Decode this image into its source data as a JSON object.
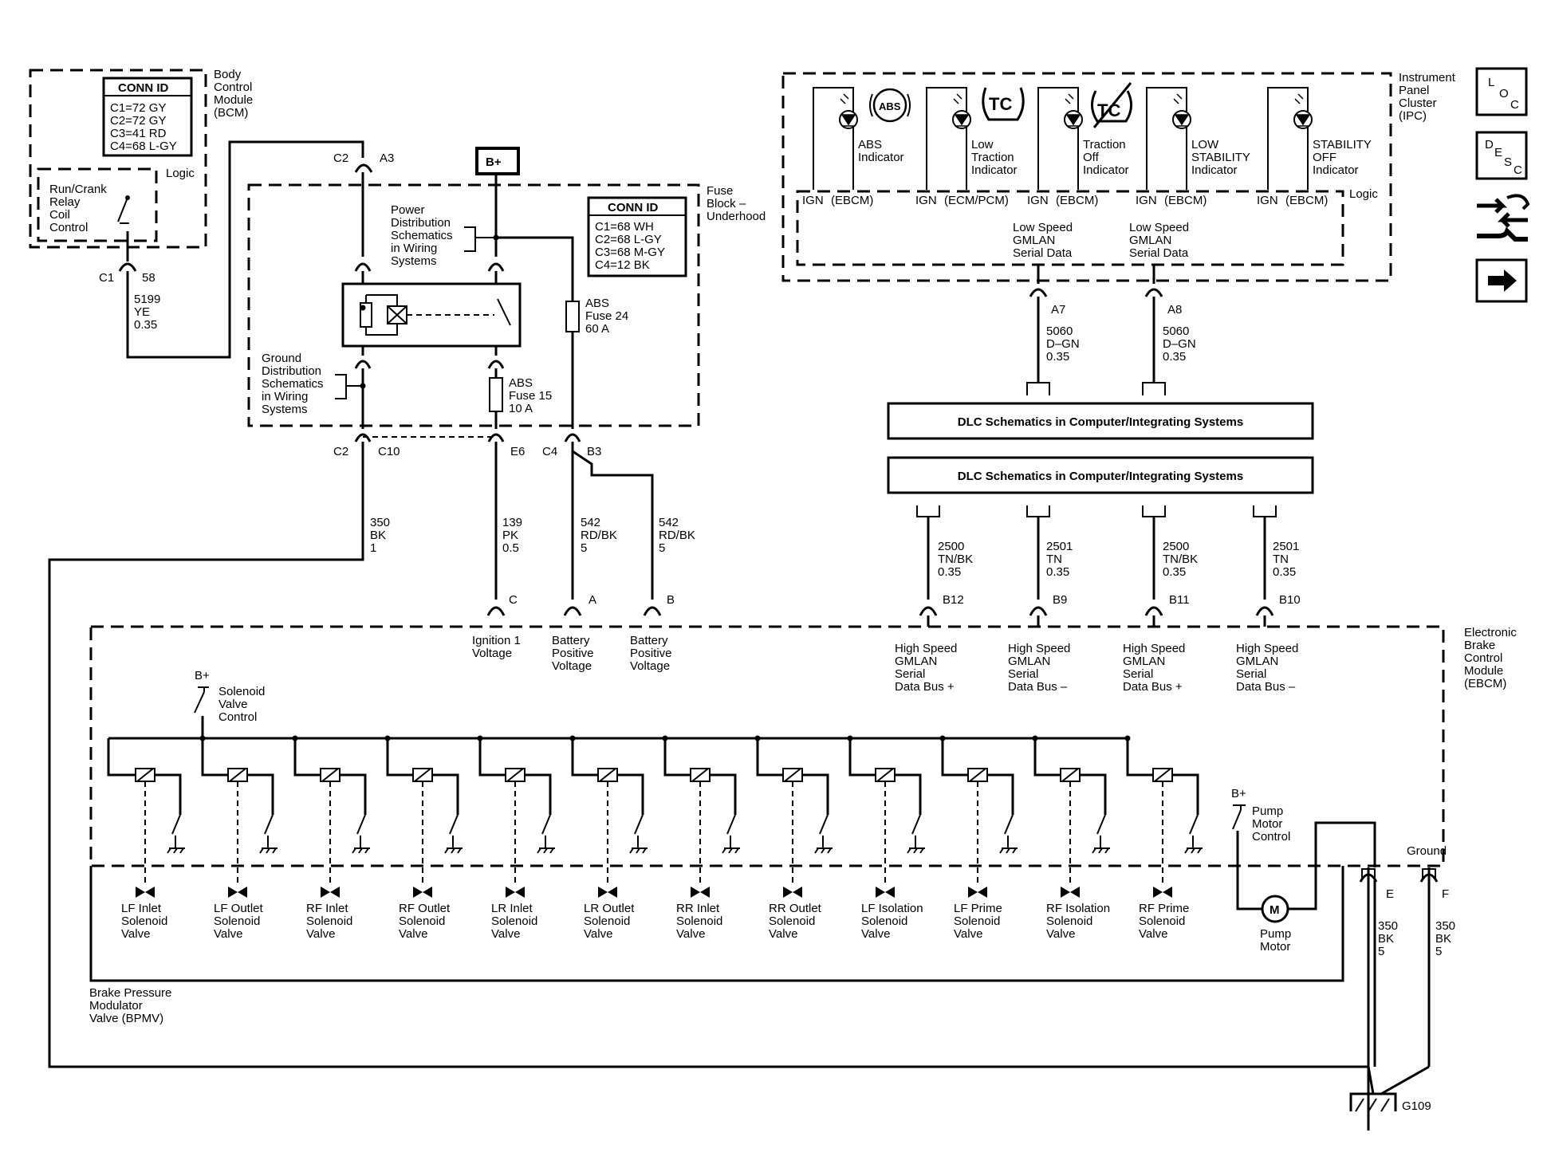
{
  "bcm": {
    "name": [
      "Body",
      "Control",
      "Module",
      "(BCM)"
    ],
    "conn_id_title": "CONN ID",
    "conn_ids": [
      "C1=72 GY",
      "C2=72 GY",
      "C3=41 RD",
      "C4=68 L-GY"
    ],
    "logic": "Logic",
    "relay_ctrl": [
      "Run/Crank",
      "Relay",
      "Coil",
      "Control"
    ],
    "conn_c1": "C1",
    "pin_58": "58",
    "wire_5199": [
      "5199",
      "YE",
      "0.35"
    ],
    "conn_c2": "C2",
    "pin_a3": "A3"
  },
  "fuse_block": {
    "name": [
      "Fuse",
      "Block –",
      "Underhood"
    ],
    "conn_id_title": "CONN ID",
    "conn_ids": [
      "C1=68 WH",
      "C2=68 L-GY",
      "C3=68 M-GY",
      "C4=12 BK"
    ],
    "bplus": "B+",
    "power_ref": [
      "Power",
      "Distribution",
      "Schematics",
      "in Wiring",
      "Systems"
    ],
    "ground_ref": [
      "Ground",
      "Distribution",
      "Schematics",
      "in Wiring",
      "Systems"
    ],
    "fuse24": [
      "ABS",
      "Fuse 24",
      "60 A"
    ],
    "fuse15": [
      "ABS",
      "Fuse 15",
      "10 A"
    ],
    "conn_c2": "C2",
    "pin_c10": "C10",
    "pin_e6": "E6",
    "conn_c4": "C4",
    "pin_b3": "B3"
  },
  "wires": {
    "w350": [
      "350",
      "BK",
      "1"
    ],
    "w139": [
      "139",
      "PK",
      "0.5"
    ],
    "w542a": [
      "542",
      "RD/BK",
      "5"
    ],
    "w542b": [
      "542",
      "RD/BK",
      "5"
    ],
    "w5060a": [
      "5060",
      "D–GN",
      "0.35"
    ],
    "w5060b": [
      "5060",
      "D–GN",
      "0.35"
    ],
    "w2500a": [
      "2500",
      "TN/BK",
      "0.35"
    ],
    "w2501a": [
      "2501",
      "TN",
      "0.35"
    ],
    "w2500b": [
      "2500",
      "TN/BK",
      "0.35"
    ],
    "w2501b": [
      "2501",
      "TN",
      "0.35"
    ],
    "w350e": [
      "350",
      "BK",
      "5"
    ],
    "w350f": [
      "350",
      "BK",
      "5"
    ]
  },
  "ipc": {
    "name": [
      "Instrument",
      "Panel",
      "Cluster",
      "(IPC)"
    ],
    "logic": "Logic",
    "abs_symbol": "ABS",
    "tc_symbol": "TC",
    "indicators": [
      {
        "label": [
          "ABS",
          "Indicator"
        ],
        "ign": "IGN",
        "src": "(EBCM)"
      },
      {
        "label": [
          "Low",
          "Traction",
          "Indicator"
        ],
        "ign": "IGN",
        "src": "(ECM/PCM)"
      },
      {
        "label": [
          "Traction",
          "Off",
          "Indicator"
        ],
        "ign": "IGN",
        "src": "(EBCM)"
      },
      {
        "label": [
          "LOW",
          "STABILITY",
          "Indicator"
        ],
        "ign": "IGN",
        "src": "(EBCM)"
      },
      {
        "label": [
          "STABILITY",
          "OFF",
          "Indicator"
        ],
        "ign": "IGN",
        "src": "(EBCM)"
      }
    ],
    "gmlan_a": [
      "Low Speed",
      "GMLAN",
      "Serial Data"
    ],
    "gmlan_b": [
      "Low Speed",
      "GMLAN",
      "Serial Data"
    ],
    "pin_a7": "A7",
    "pin_a8": "A8"
  },
  "dlc": {
    "box1": "DLC Schematics in Computer/Integrating Systems",
    "box2": "DLC Schematics in Computer/Integrating Systems"
  },
  "nav": {
    "loc": [
      "L",
      "O",
      "C"
    ],
    "desc": [
      "D",
      "E",
      "S",
      "C"
    ]
  },
  "ebcm": {
    "name": [
      "Electronic",
      "Brake",
      "Control",
      "Module",
      "(EBCM)"
    ],
    "pins": [
      {
        "pin": "C",
        "label": [
          "Ignition 1",
          "Voltage"
        ]
      },
      {
        "pin": "A",
        "label": [
          "Battery",
          "Positive",
          "Voltage"
        ]
      },
      {
        "pin": "B",
        "label": [
          "Battery",
          "Positive",
          "Voltage"
        ]
      }
    ],
    "hs_pins": [
      {
        "pin": "B12",
        "label": [
          "High Speed",
          "GMLAN",
          "Serial",
          "Data Bus +"
        ]
      },
      {
        "pin": "B9",
        "label": [
          "High Speed",
          "GMLAN",
          "Serial",
          "Data Bus –"
        ]
      },
      {
        "pin": "B11",
        "label": [
          "High Speed",
          "GMLAN",
          "Serial",
          "Data Bus +"
        ]
      },
      {
        "pin": "B10",
        "label": [
          "High Speed",
          "GMLAN",
          "Serial",
          "Data Bus –"
        ]
      }
    ],
    "bplus_sol": "B+",
    "sol_ctrl": [
      "Solenoid",
      "Valve",
      "Control"
    ],
    "bplus_pump": "B+",
    "pump_ctrl": [
      "Pump",
      "Motor",
      "Control"
    ],
    "ground": "Ground",
    "pin_e": "E",
    "pin_f": "F",
    "motor_symbol": "M"
  },
  "bpmv": {
    "name": [
      "Brake Pressure",
      "Modulator",
      "Valve (BPMV)"
    ],
    "valves": [
      [
        "LF Inlet",
        "Solenoid",
        "Valve"
      ],
      [
        "LF Outlet",
        "Solenoid",
        "Valve"
      ],
      [
        "RF Inlet",
        "Solenoid",
        "Valve"
      ],
      [
        "RF Outlet",
        "Solenoid",
        "Valve"
      ],
      [
        "LR Inlet",
        "Solenoid",
        "Valve"
      ],
      [
        "LR Outlet",
        "Solenoid",
        "Valve"
      ],
      [
        "RR Inlet",
        "Solenoid",
        "Valve"
      ],
      [
        "RR Outlet",
        "Solenoid",
        "Valve"
      ],
      [
        "LF Isolation",
        "Solenoid",
        "Valve"
      ],
      [
        "LF Prime",
        "Solenoid",
        "Valve"
      ],
      [
        "RF Isolation",
        "Solenoid",
        "Valve"
      ],
      [
        "RF Prime",
        "Solenoid",
        "Valve"
      ]
    ],
    "pump": [
      "Pump",
      "Motor"
    ]
  },
  "ground_point": "G109"
}
